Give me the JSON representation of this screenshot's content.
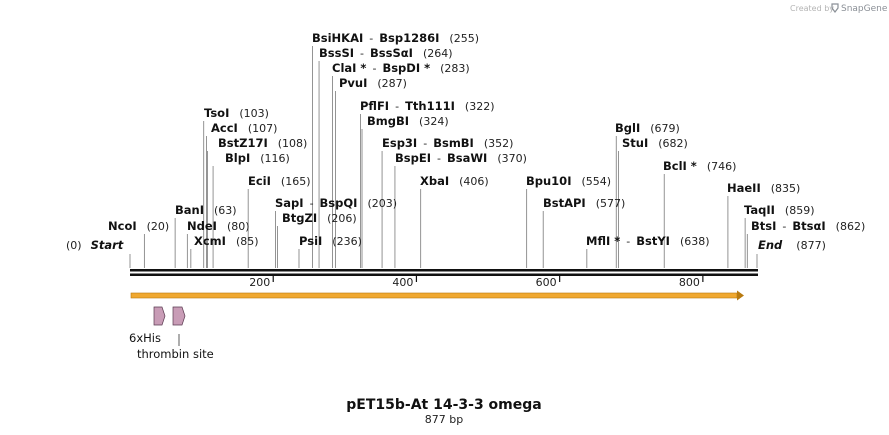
{
  "header": {
    "credit_text": "Created by",
    "brand_name": "SnapGene"
  },
  "map": {
    "title": "pET15b-At 14-3-3 omega",
    "length_label": "877 bp",
    "length": 877,
    "ticks": [
      200,
      400,
      600,
      800
    ],
    "start": {
      "label": "Start",
      "pos": "(0)"
    },
    "end": {
      "label": "End",
      "pos": "(877)"
    },
    "sites": [
      {
        "names": [
          "NcoI"
        ],
        "pos": 20
      },
      {
        "names": [
          "BanI"
        ],
        "pos": 63
      },
      {
        "names": [
          "NdeI"
        ],
        "pos": 80
      },
      {
        "names": [
          "XcmI"
        ],
        "pos": 85
      },
      {
        "names": [
          "TsoI"
        ],
        "pos": 103
      },
      {
        "names": [
          "AccI"
        ],
        "pos": 107
      },
      {
        "names": [
          "BstZ17I"
        ],
        "pos": 108
      },
      {
        "names": [
          "BlpI"
        ],
        "pos": 116
      },
      {
        "names": [
          "EciI"
        ],
        "pos": 165
      },
      {
        "names": [
          "SapI",
          "BspQI"
        ],
        "pos": 203
      },
      {
        "names": [
          "BtgZI"
        ],
        "pos": 206
      },
      {
        "names": [
          "PsiI"
        ],
        "pos": 236
      },
      {
        "names": [
          "BsiHKAI",
          "Bsp1286I"
        ],
        "pos": 255
      },
      {
        "names": [
          "BssSI",
          "BssSαI"
        ],
        "pos": 264
      },
      {
        "names": [
          "ClaI *",
          "BspDI *"
        ],
        "pos": 283
      },
      {
        "names": [
          "PvuI"
        ],
        "pos": 287
      },
      {
        "names": [
          "PflFI",
          "Tth111I"
        ],
        "pos": 322
      },
      {
        "names": [
          "BmgBI"
        ],
        "pos": 324
      },
      {
        "names": [
          "Esp3I",
          "BsmBI"
        ],
        "pos": 352
      },
      {
        "names": [
          "BspEI",
          "BsaWI"
        ],
        "pos": 370
      },
      {
        "names": [
          "XbaI"
        ],
        "pos": 406
      },
      {
        "names": [
          "Bpu10I"
        ],
        "pos": 554
      },
      {
        "names": [
          "BstAPI"
        ],
        "pos": 577
      },
      {
        "names": [
          "MflI *",
          "BstYI"
        ],
        "pos": 638
      },
      {
        "names": [
          "BglI"
        ],
        "pos": 679
      },
      {
        "names": [
          "StuI"
        ],
        "pos": 682
      },
      {
        "names": [
          "BclI *"
        ],
        "pos": 746
      },
      {
        "names": [
          "HaeII"
        ],
        "pos": 835
      },
      {
        "names": [
          "TaqII"
        ],
        "pos": 859
      },
      {
        "names": [
          "BtsI",
          "BtsαI"
        ],
        "pos": 862
      }
    ],
    "features": [
      {
        "label": "6xHis",
        "color": "#c89cb6"
      },
      {
        "label": "thrombin site",
        "color": "#c89cb6"
      }
    ],
    "orf_color": "#f0a830",
    "backbone_color": "#111111"
  }
}
